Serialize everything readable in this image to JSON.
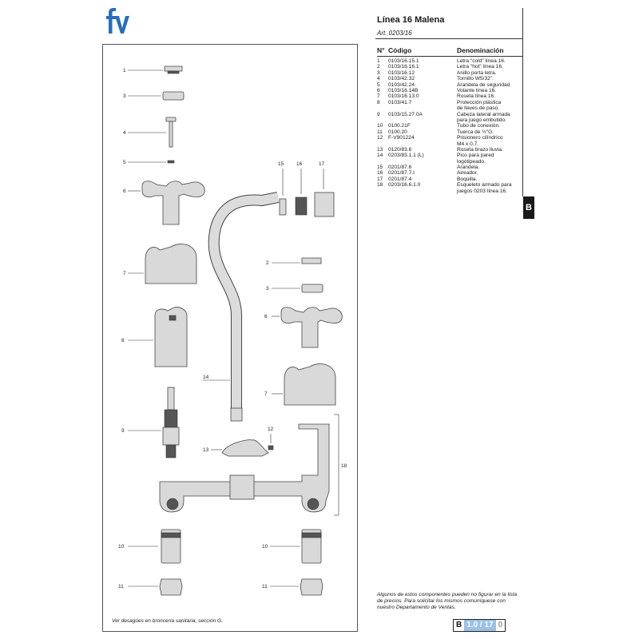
{
  "header": {
    "title": "Línea 16 Malena",
    "subtitle": "Art. 0203/16"
  },
  "table": {
    "headers": {
      "n": "N°",
      "code": "Código",
      "name": "Denominación"
    },
    "rows": [
      {
        "n": "1",
        "code": "0103/16.15.1",
        "lines": [
          "Letra \"cold\" línea 16."
        ]
      },
      {
        "n": "2",
        "code": "0103/16.16.1",
        "lines": [
          "Letra \"hot\" línea 16."
        ]
      },
      {
        "n": "3",
        "code": "0103/16.12",
        "lines": [
          "Anillo porta letra."
        ]
      },
      {
        "n": "4",
        "code": "0103/42.32",
        "lines": [
          "Tornillo W5/32\"."
        ]
      },
      {
        "n": "5",
        "code": "0103/42.24",
        "lines": [
          "Arandela de seguridad."
        ]
      },
      {
        "n": "6",
        "code": "0103/16.14B",
        "lines": [
          "Volante línea 16."
        ]
      },
      {
        "n": "7",
        "code": "0103/16.13.0",
        "lines": [
          "Roseta línea 16."
        ]
      },
      {
        "n": "8",
        "code": "0103/41.7",
        "lines": [
          "Protección plástica",
          "de llaves de paso."
        ]
      },
      {
        "n": "9",
        "code": "0103/15.27.0A",
        "lines": [
          "Cabeza lateral armada",
          "para juego embutido."
        ]
      },
      {
        "n": "10",
        "code": "0100.21F",
        "lines": [
          "Tubo de conexión."
        ]
      },
      {
        "n": "11",
        "code": "0100.20",
        "lines": [
          "Tuerca de ½\"G."
        ]
      },
      {
        "n": "12",
        "code": "F-V901224",
        "lines": [
          "Prisionero cilíndrico",
          "M4 x 0.7."
        ]
      },
      {
        "n": "13",
        "code": "0120/83.6",
        "lines": [
          "Roseta brazo lluvia."
        ]
      },
      {
        "n": "14",
        "code": "0203/83.1.1 (L)",
        "lines": [
          "Pico para pared",
          "logotipeado."
        ]
      },
      {
        "n": "15",
        "code": "0201/87.6",
        "lines": [
          "Arandela."
        ]
      },
      {
        "n": "16",
        "code": "0201/87.7.I",
        "lines": [
          "Aireador."
        ]
      },
      {
        "n": "17",
        "code": "0201/87.4",
        "lines": [
          "Boquilla."
        ]
      },
      {
        "n": "18",
        "code": "0203/16.6.1.0",
        "lines": [
          "Esqueleto armado para",
          "juegos 0203 línea 16."
        ]
      }
    ]
  },
  "diagram": {
    "labels": {
      "l1": "1",
      "l3a": "3",
      "l4": "4",
      "l5": "5",
      "l6a": "6",
      "l7a": "7",
      "l8": "8",
      "l9": "9",
      "l10a": "10",
      "l11a": "11",
      "l13": "13",
      "l14": "14",
      "l15": "15",
      "l16": "16",
      "l17": "17",
      "l2": "2",
      "l3b": "3",
      "l6b": "6",
      "l7b": "7",
      "l12": "12",
      "l18": "18",
      "l10b": "10",
      "l11b": "11"
    },
    "footnote": "Ver desagües en broncería sanitaria, sección G."
  },
  "note": "Algunos de estos componentes pueden no figurar en la lista de precios. Para solicitar los mismos comuníquese con nuestro Departamento de Ventas.",
  "section_tab": "B",
  "page": {
    "section": "B",
    "number": "1.0 / 17",
    "sub": "0"
  },
  "colors": {
    "logo": "#2a6fb5",
    "page_number_bg": "#9cc0e6"
  },
  "logo": {
    "text": "fv"
  }
}
